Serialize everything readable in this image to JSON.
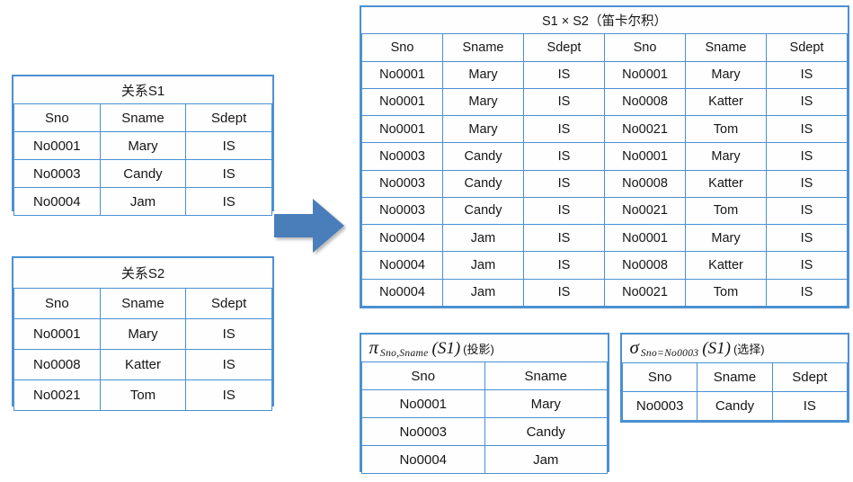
{
  "theme": {
    "border_color": "#4a90d2",
    "arrow_color": "#4a7ebb",
    "background": "#ffffff"
  },
  "tables": {
    "s1": {
      "caption": "关系S1",
      "columns": [
        "Sno",
        "Sname",
        "Sdept"
      ],
      "rows": [
        [
          "No0001",
          "Mary",
          "IS"
        ],
        [
          "No0003",
          "Candy",
          "IS"
        ],
        [
          "No0004",
          "Jam",
          "IS"
        ]
      ]
    },
    "s2": {
      "caption": "关系S2",
      "columns": [
        "Sno",
        "Sname",
        "Sdept"
      ],
      "rows": [
        [
          "No0001",
          "Mary",
          "IS"
        ],
        [
          "No0008",
          "Katter",
          "IS"
        ],
        [
          "No0021",
          "Tom",
          "IS"
        ]
      ]
    },
    "cartesian": {
      "caption": "S1 × S2（笛卡尔积）",
      "columns": [
        "Sno",
        "Sname",
        "Sdept",
        "Sno",
        "Sname",
        "Sdept"
      ],
      "rows": [
        [
          "No0001",
          "Mary",
          "IS",
          "No0001",
          "Mary",
          "IS"
        ],
        [
          "No0001",
          "Mary",
          "IS",
          "No0008",
          "Katter",
          "IS"
        ],
        [
          "No0001",
          "Mary",
          "IS",
          "No0021",
          "Tom",
          "IS"
        ],
        [
          "No0003",
          "Candy",
          "IS",
          "No0001",
          "Mary",
          "IS"
        ],
        [
          "No0003",
          "Candy",
          "IS",
          "No0008",
          "Katter",
          "IS"
        ],
        [
          "No0003",
          "Candy",
          "IS",
          "No0021",
          "Tom",
          "IS"
        ],
        [
          "No0004",
          "Jam",
          "IS",
          "No0001",
          "Mary",
          "IS"
        ],
        [
          "No0004",
          "Jam",
          "IS",
          "No0008",
          "Katter",
          "IS"
        ],
        [
          "No0004",
          "Jam",
          "IS",
          "No0021",
          "Tom",
          "IS"
        ]
      ]
    },
    "projection": {
      "operator_symbol": "π",
      "operator_subscript": "Sno,Sname",
      "operator_argument": "(S1)",
      "operator_note": "(投影)",
      "columns": [
        "Sno",
        "Sname"
      ],
      "rows": [
        [
          "No0001",
          "Mary"
        ],
        [
          "No0003",
          "Candy"
        ],
        [
          "No0004",
          "Jam"
        ]
      ]
    },
    "selection": {
      "operator_symbol": "σ",
      "operator_subscript": "Sno=No0003",
      "operator_argument": "(S1)",
      "operator_note": "(选择)",
      "columns": [
        "Sno",
        "Sname",
        "Sdept"
      ],
      "rows": [
        [
          "No0003",
          "Candy",
          "IS"
        ]
      ]
    }
  },
  "arrow": {
    "icon": "right-arrow-icon",
    "direction": "right"
  }
}
